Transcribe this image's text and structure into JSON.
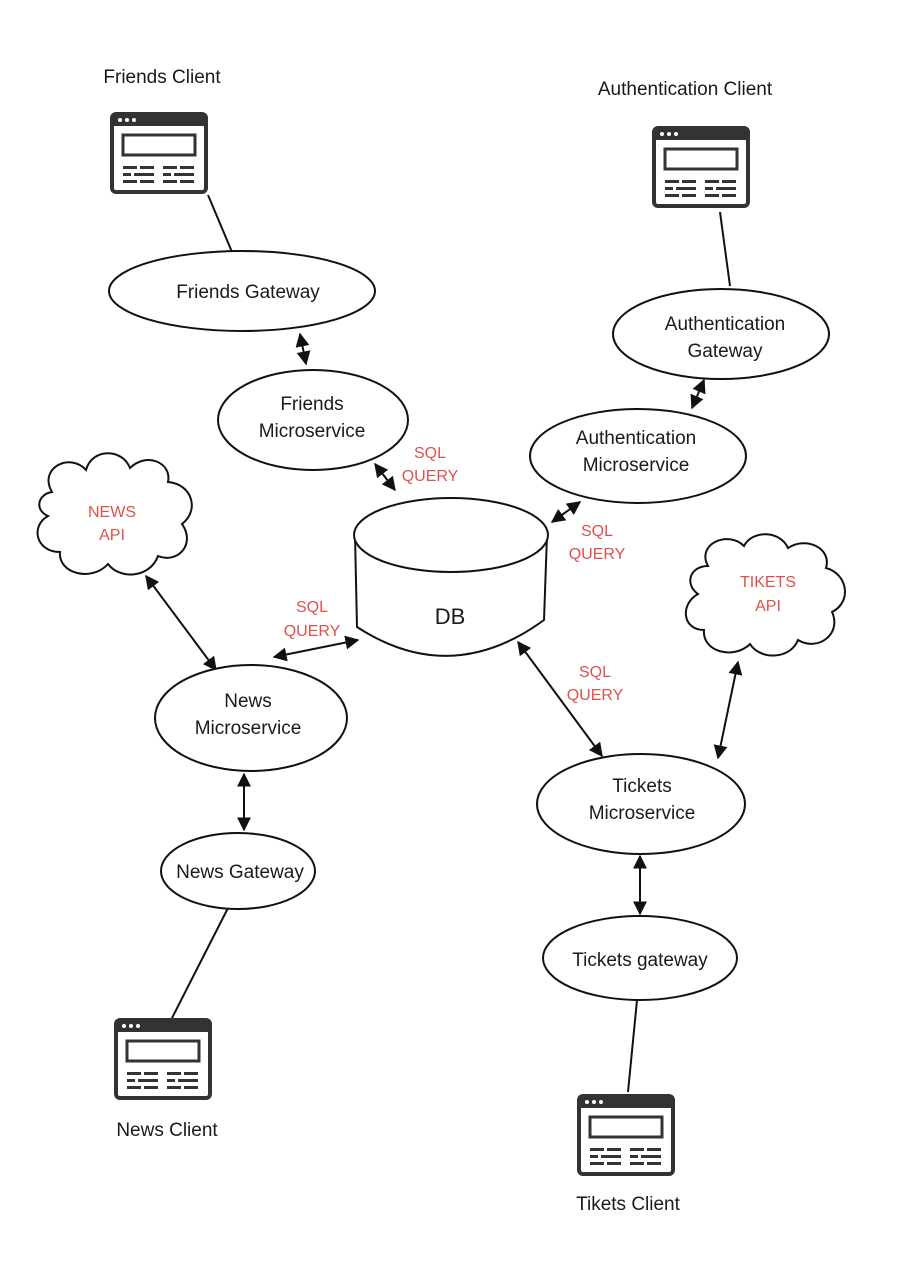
{
  "clients": {
    "friends": "Friends Client",
    "authentication": "Authentication Client",
    "news": "News Client",
    "tickets": "Tikets Client"
  },
  "gateways": {
    "friends": "Friends Gateway",
    "authentication": [
      "Authentication",
      "Gateway"
    ],
    "news": "News Gateway",
    "tickets": "Tickets gateway"
  },
  "microservices": {
    "friends": [
      "Friends",
      "Microservice"
    ],
    "authentication": [
      "Authentication",
      "Microservice"
    ],
    "news": [
      "News",
      "Microservice"
    ],
    "tickets": [
      "Tickets",
      "Microservice"
    ]
  },
  "database": "DB",
  "apis": {
    "news": [
      "NEWS",
      "API"
    ],
    "tickets": [
      "TIKETS",
      "API"
    ]
  },
  "sql_label": [
    "SQL",
    "QUERY"
  ],
  "colors": {
    "annotation": "#e0504a",
    "stroke": "#111111",
    "icon": "#333333"
  },
  "icons": {
    "client": "browser-window-icon",
    "api": "cloud-icon",
    "database": "cylinder-icon"
  }
}
